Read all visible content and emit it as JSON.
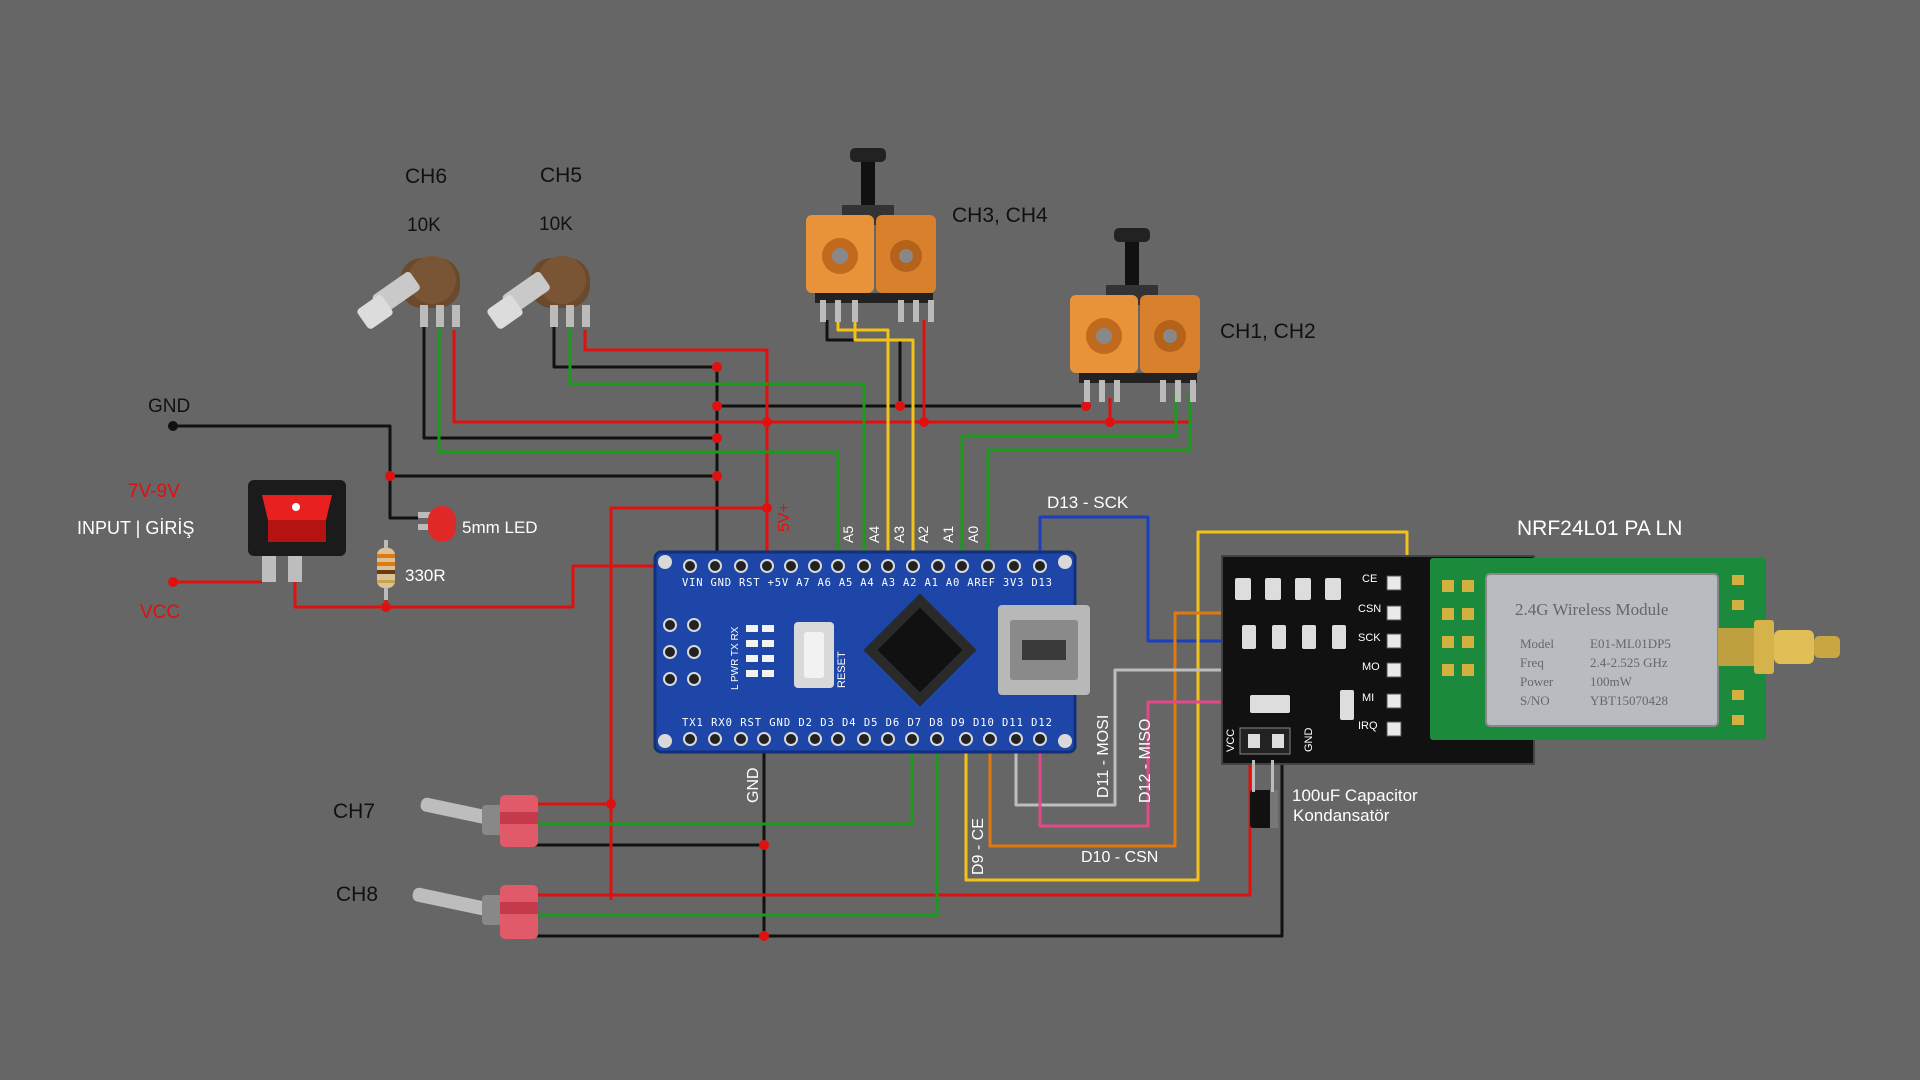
{
  "labels": {
    "ch6": "CH6",
    "ch5": "CH5",
    "pot6_value": "10K",
    "pot5_value": "10K",
    "ch34": "CH3, CH4",
    "ch12": "CH1, CH2",
    "gnd": "GND",
    "input_voltage": "7V-9V",
    "input": "INPUT | GİRİŞ",
    "vcc": "VCC",
    "led": "5mm LED",
    "resistor": "330R",
    "five_v": "5V+",
    "a5": "A5",
    "a4": "A4",
    "a3": "A3",
    "a2": "A2",
    "a1": "A1",
    "a0": "A0",
    "d13": "D13 - SCK",
    "nrf_title": "NRF24L01 PA LN",
    "ch7": "CH7",
    "ch8": "CH8",
    "gnd_pin": "GND",
    "d11": "D11 - MOSI",
    "d12": "D12 - MISO",
    "d9": "D9 - CE",
    "d10": "D10 - CSN",
    "capacitor_line1": "100uF Capacitor",
    "capacitor_line2": "Kondansatör"
  },
  "nano": {
    "top_pins": "VIN GND RST +5V A7 A6 A5 A4 A3 A2 A1 A0 AREF 3V3 D13",
    "bottom_pins": "TX1 RX0 RST GND D2 D3 D4 D5 D6 D7 D8 D9 D10 D11 D12",
    "reset": "RESET",
    "pwr_leds": "L  PWR  TX  RX"
  },
  "rf_module": {
    "title": "2.4G Wireless Module",
    "model_key": "Model",
    "model_val": "E01-ML01DP5",
    "freq_key": "Freq",
    "freq_val": "2.4-2.525 GHz",
    "power_key": "Power",
    "power_val": "100mW",
    "sno_key": "S/NO",
    "sno_val": "YBT15070428",
    "pin_ce": "CE",
    "pin_csn": "CSN",
    "pin_sck": "SCK",
    "pin_mo": "MO",
    "pin_mi": "MI",
    "pin_irq": "IRQ",
    "pin_vcc": "VCC",
    "pin_gnd": "GND"
  },
  "colors": {
    "background": "#666666",
    "wire_red": "#e01010",
    "wire_black": "#111111",
    "wire_green": "#1a9a1a",
    "wire_yellow": "#f2c21a",
    "wire_blue": "#1a3fbf",
    "wire_orange": "#e07a10",
    "wire_gray": "#bdbdbd",
    "wire_pink": "#e04a8a",
    "pot_orange": "#e8923a",
    "nano_blue": "#1d46a8",
    "rf_green": "#1c8a3c"
  }
}
